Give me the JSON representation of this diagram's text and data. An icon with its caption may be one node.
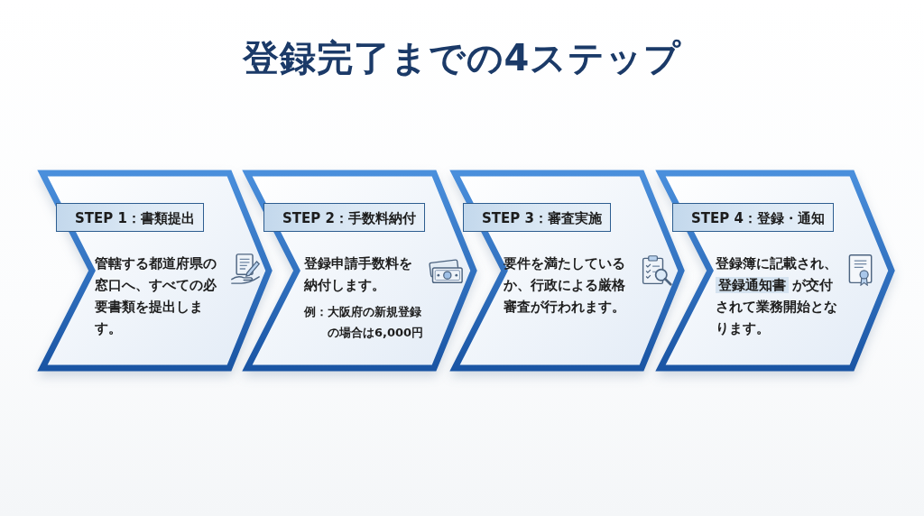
{
  "diagram": {
    "title": "登録完了までの4ステップ",
    "nodes": [
      {
        "text": [
          "STEP 1：書類提出",
          "管轄する都道府県の窓口へ、すべての必要書類を提出します。"
        ]
      },
      {
        "text": [
          "STEP 2：手数料納付",
          "登録申請手数料を納付します。",
          "例：大阪府の新規登録の場合は6,000円"
        ]
      },
      {
        "text": [
          "STEP 3：審査実施",
          "要件を満たしているか、行政による厳格審査が行われます。"
        ]
      },
      {
        "text": [
          "STEP 4：登録・通知",
          "登録簿に記載され、**登録通知書**が交付されて業務開始となります。"
        ]
      }
    ]
  }
}
